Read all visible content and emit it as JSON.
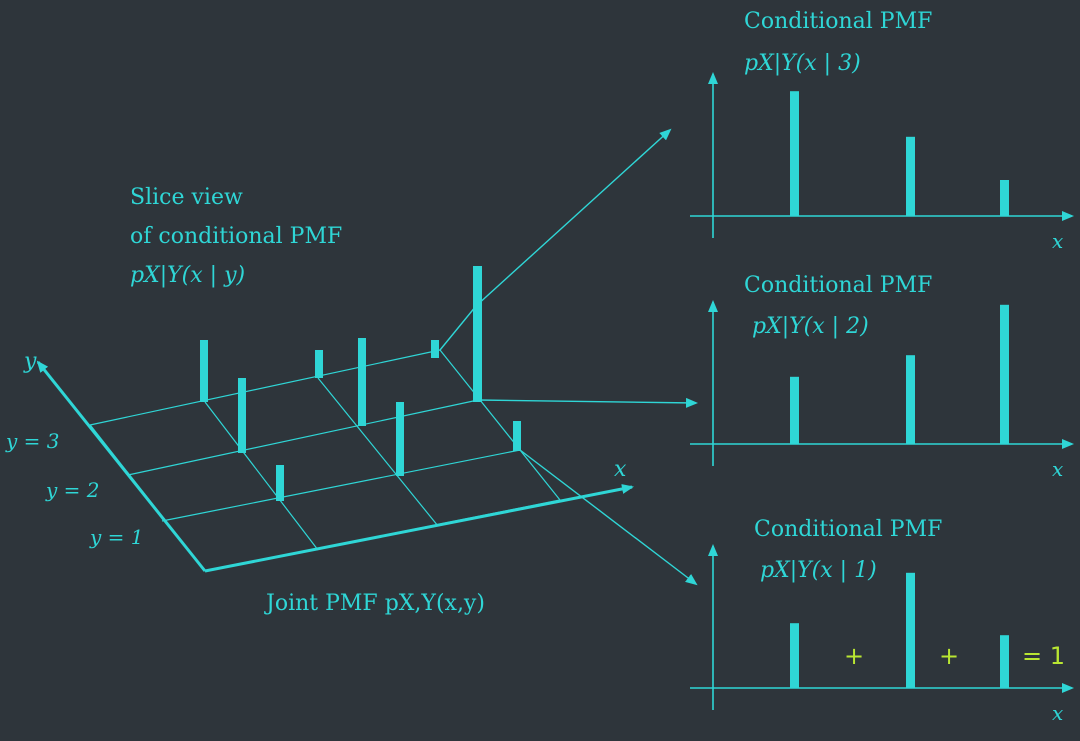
{
  "colors": {
    "background": "#2e353b",
    "accent": "#2fd6d6",
    "annotation": "#b9e632"
  },
  "slice_view": {
    "line1": "Slice view",
    "line2": "of conditional PMF",
    "formula": "pX|Y(x | y)"
  },
  "axes": {
    "x_label": "x",
    "y_label": "y"
  },
  "y_levels": {
    "y3": "y = 3",
    "y2": "y = 2",
    "y1": "y = 1"
  },
  "joint_caption": "Joint PMF pX,Y(x,y)",
  "conditional": [
    {
      "title": "Conditional PMF",
      "formula": "pX|Y(x | 3)",
      "axis_label": "x",
      "values": [
        0.52,
        0.33,
        0.15
      ]
    },
    {
      "title": "Conditional PMF",
      "formula": "pX|Y(x | 2)",
      "axis_label": "x",
      "values": [
        0.28,
        0.37,
        0.58
      ]
    },
    {
      "title": "Conditional PMF",
      "formula": "pX|Y(x | 1)",
      "axis_label": "x",
      "values": [
        0.27,
        0.48,
        0.22
      ]
    }
  ],
  "annotation": {
    "plus1": "+",
    "plus2": "+",
    "equals": "= 1"
  }
}
